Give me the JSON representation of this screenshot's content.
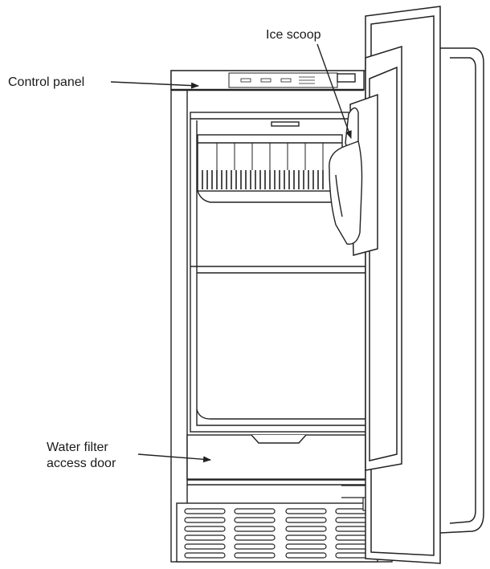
{
  "labels": {
    "control_panel": "Control panel",
    "ice_scoop": "Ice scoop",
    "water_filter_line1": "Water filter",
    "water_filter_line2": "access door"
  },
  "colors": {
    "line": "#222222",
    "fill": "#ffffff",
    "shade": "#f2f2f2"
  }
}
